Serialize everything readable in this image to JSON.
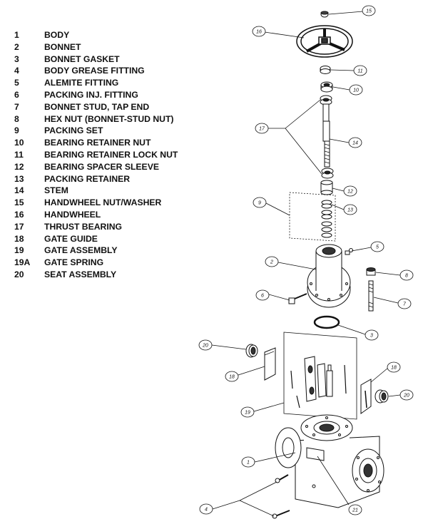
{
  "parts": [
    {
      "num": "1",
      "name": "BODY"
    },
    {
      "num": "2",
      "name": "BONNET"
    },
    {
      "num": "3",
      "name": "BONNET GASKET"
    },
    {
      "num": "4",
      "name": "BODY GREASE FITTING"
    },
    {
      "num": "5",
      "name": "ALEMITE FITTING"
    },
    {
      "num": "6",
      "name": "PACKING INJ. FITTING"
    },
    {
      "num": "7",
      "name": "BONNET STUD, TAP END"
    },
    {
      "num": "8",
      "name": "HEX NUT (BONNET-STUD NUT)"
    },
    {
      "num": "9",
      "name": "PACKING SET"
    },
    {
      "num": "10",
      "name": "BEARING RETAINER NUT"
    },
    {
      "num": "11",
      "name": "BEARING RETAINER LOCK NUT"
    },
    {
      "num": "12",
      "name": "BEARING SPACER SLEEVE"
    },
    {
      "num": "13",
      "name": "PACKING RETAINER"
    },
    {
      "num": "14",
      "name": "STEM"
    },
    {
      "num": "15",
      "name": "HANDWHEEL NUT/WASHER"
    },
    {
      "num": "16",
      "name": "HANDWHEEL"
    },
    {
      "num": "17",
      "name": "THRUST BEARING"
    },
    {
      "num": "18",
      "name": "GATE GUIDE"
    },
    {
      "num": "19",
      "name": "GATE ASSEMBLY"
    },
    {
      "num": "19A",
      "name": "GATE SPRING"
    },
    {
      "num": "20",
      "name": "SEAT ASSEMBLY"
    }
  ],
  "callouts": {
    "c15": "15",
    "c16": "16",
    "c11": "11",
    "c10": "10",
    "c17": "17",
    "c14": "14",
    "c12": "12",
    "c9": "9",
    "c13": "13",
    "c5": "5",
    "c2": "2",
    "c8": "8",
    "c6": "6",
    "c7": "7",
    "c3": "3",
    "c20a": "20",
    "c18a": "18",
    "c18b": "18",
    "c20b": "20",
    "c19": "19",
    "c1": "1",
    "c4": "4",
    "c21": "21"
  }
}
